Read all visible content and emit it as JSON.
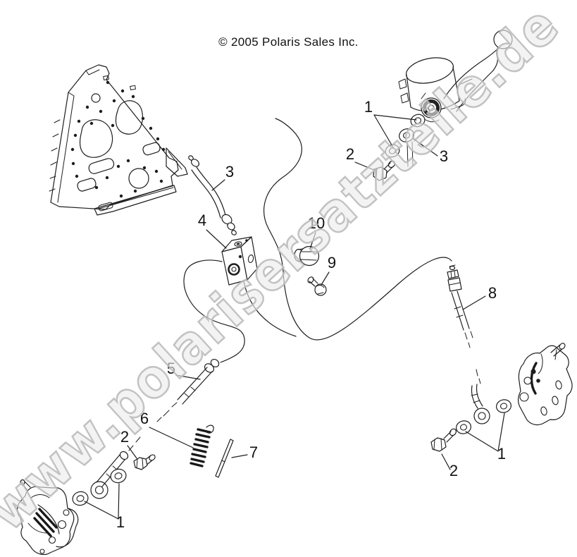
{
  "header": {
    "copyright": "© 2005 Polaris Sales Inc."
  },
  "watermark": {
    "text": "www.polarisersatzteile.de"
  },
  "colors": {
    "background": "#ffffff",
    "line": "#1e1e1e",
    "text": "#111111",
    "watermark_fill": "#ececec",
    "watermark_stroke": "#b9b9b9"
  },
  "diagram": {
    "callouts": [
      {
        "label": "1"
      },
      {
        "label": "2"
      },
      {
        "label": "3"
      },
      {
        "label": "3"
      },
      {
        "label": "4"
      },
      {
        "label": "10"
      },
      {
        "label": "9"
      },
      {
        "label": "8"
      },
      {
        "label": "5"
      },
      {
        "label": "6"
      },
      {
        "label": "7"
      },
      {
        "label": "2"
      },
      {
        "label": "1"
      },
      {
        "label": "1"
      },
      {
        "label": "2"
      }
    ]
  }
}
